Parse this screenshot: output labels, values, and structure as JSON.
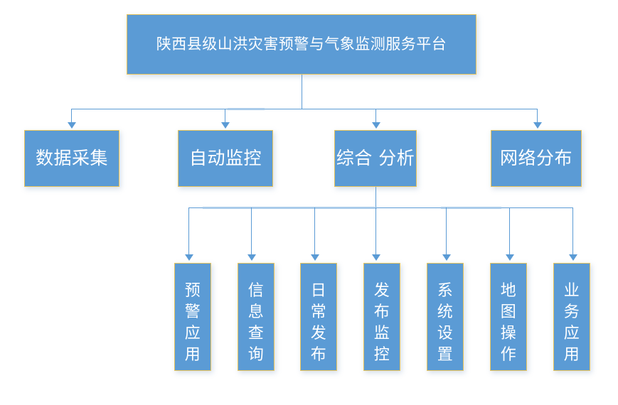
{
  "diagram": {
    "title_node": {
      "label": "陕西县级山洪灾害预警与气象监测服务平台"
    },
    "level2": [
      {
        "label": "数据采集"
      },
      {
        "label": "自动监控"
      },
      {
        "label": "综合 分析"
      },
      {
        "label": "网络分布"
      }
    ],
    "level3": [
      {
        "chars": [
          "预",
          "警",
          "应",
          "用"
        ]
      },
      {
        "chars": [
          "信",
          "息",
          "查",
          "询"
        ]
      },
      {
        "chars": [
          "日",
          "常",
          "发",
          "布"
        ]
      },
      {
        "chars": [
          "发",
          "布",
          "监",
          "控"
        ]
      },
      {
        "chars": [
          "系",
          "统",
          "设",
          "置"
        ]
      },
      {
        "chars": [
          "地",
          "图",
          "操",
          "作"
        ]
      },
      {
        "chars": [
          "业",
          "务",
          "应",
          "用"
        ]
      }
    ],
    "colors": {
      "node_fill": "#5B9BD5",
      "node_border": "#E8C45C",
      "node_text": "#FFFFFF",
      "connector": "#5B9BD5",
      "background": "#FFFFFF"
    }
  }
}
